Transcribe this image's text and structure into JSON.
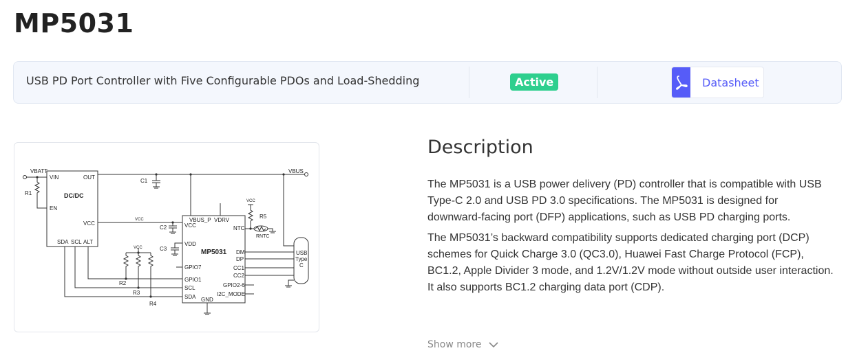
{
  "title": "MP5031",
  "summary": {
    "subtitle": "USB PD Port Controller with Five Configurable PDOs and Load-Shedding",
    "status": "Active",
    "status_color": "#2ecf8e",
    "datasheet_label": "Datasheet",
    "accent": "#565cf8"
  },
  "schematic": {
    "vbatt": "VBATT",
    "vbus": "VBUS",
    "vin": "VIN",
    "out": "OUT",
    "en": "EN",
    "dcdc": "DC/DC",
    "vcc_pin": "VCC",
    "sda": "SDA",
    "scl": "SCL",
    "alt": "ALT",
    "r1": "R1",
    "c1": "C1",
    "c2": "C2",
    "c3": "C3",
    "vcc": "VCC",
    "chip": "MP5031",
    "vbus_p": "VBUS_P",
    "vdrv": "VDRV",
    "chip_vcc": "VCC",
    "vdd": "VDD",
    "ntc": "NTC",
    "r5": "R5",
    "rntc": "RNTC",
    "dm": "DM",
    "dp": "DP",
    "cc1": "CC1",
    "cc2": "CC2",
    "gpio7": "GPIO7",
    "gpio1": "GPIO1",
    "chip_scl": "SCL",
    "chip_sda": "SDA",
    "gpio26": "GPIO2-6",
    "i2c": "I2C_MODE",
    "gnd": "GND",
    "r2": "R2",
    "r3": "R3",
    "r4": "R4",
    "usb1": "USB",
    "usb2": "Type",
    "usb3": "C"
  },
  "description": {
    "heading": "Description",
    "p1": "The MP5031 is a USB power delivery (PD) controller that is compatible with USB Type-C 2.0 and USB PD 3.0 specifications. The MP5031 is designed for downward-facing port (DFP) applications, such as USB PD charging ports.",
    "p2": "The MP5031’s backward compatibility supports dedicated charging port (DCP) schemes for Quick Charge 3.0 (QC3.0), Huawei Fast Charge Protocol (FCP), BC1.2, Apple Divider 3 mode, and 1.2V/1.2V mode without outside user interaction. It also supports BC1.2 charging data port (CDP).",
    "show_more": "Show more"
  }
}
